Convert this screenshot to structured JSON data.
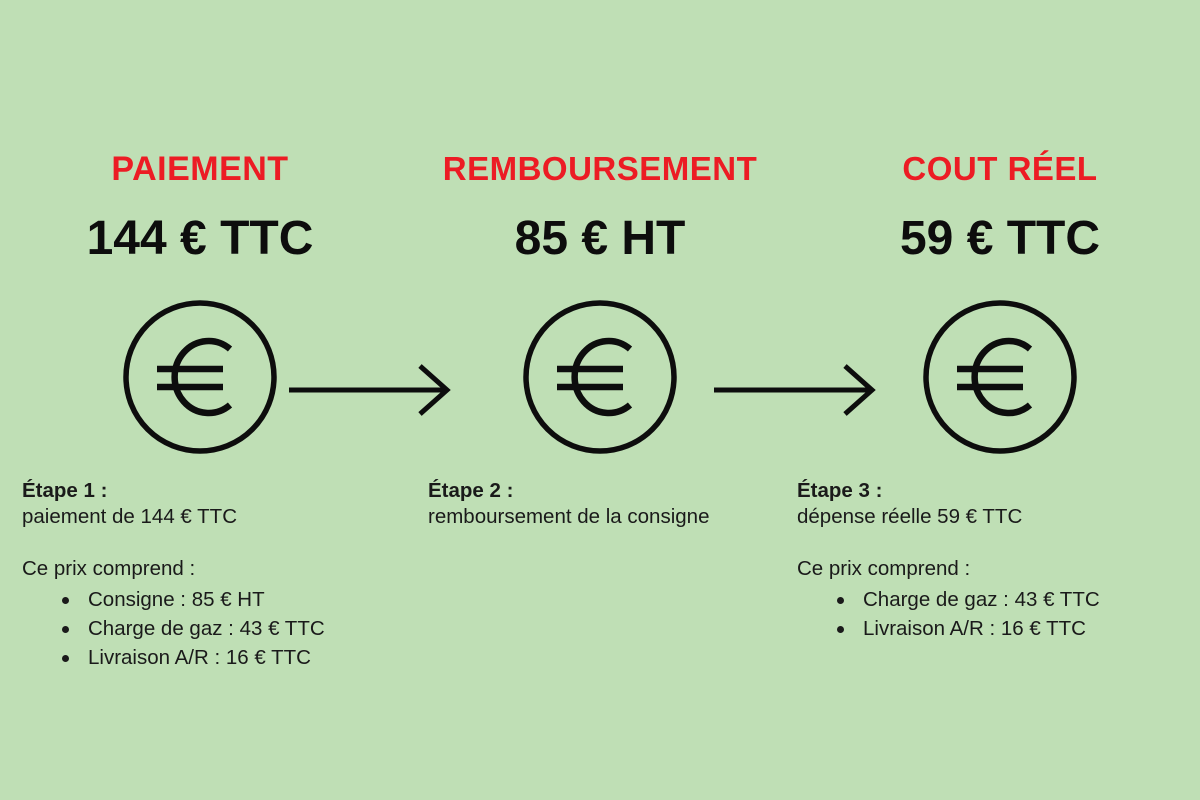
{
  "theme": {
    "background": "#bfdfb5",
    "accent_red": "#ec1c24",
    "text_dark": "#1a1a1a"
  },
  "columns": [
    {
      "kicker": "PAIEMENT",
      "amount": "144 € TTC",
      "step_label": "Étape 1 :",
      "step_desc": "paiement de 144 € TTC",
      "includes_label": "Ce prix comprend :",
      "includes": [
        "Consigne : 85 € HT",
        "Charge de gaz : 43 € TTC",
        "Livraison A/R : 16 € TTC"
      ]
    },
    {
      "kicker": "REMBOURSEMENT",
      "amount": "85 € HT",
      "step_label": "Étape 2 :",
      "step_desc": "remboursement de la consigne",
      "includes_label": "",
      "includes": []
    },
    {
      "kicker": "COUT RÉEL",
      "amount": "59 € TTC",
      "step_label": "Étape 3 :",
      "step_desc": "dépense réelle 59 € TTC",
      "includes_label": "Ce prix comprend :",
      "includes": [
        "Charge de gaz : 43 € TTC",
        "Livraison A/R : 16 € TTC"
      ]
    }
  ],
  "icons": {
    "coin": "euro-coin-icon",
    "arrow": "arrow-right-icon"
  }
}
